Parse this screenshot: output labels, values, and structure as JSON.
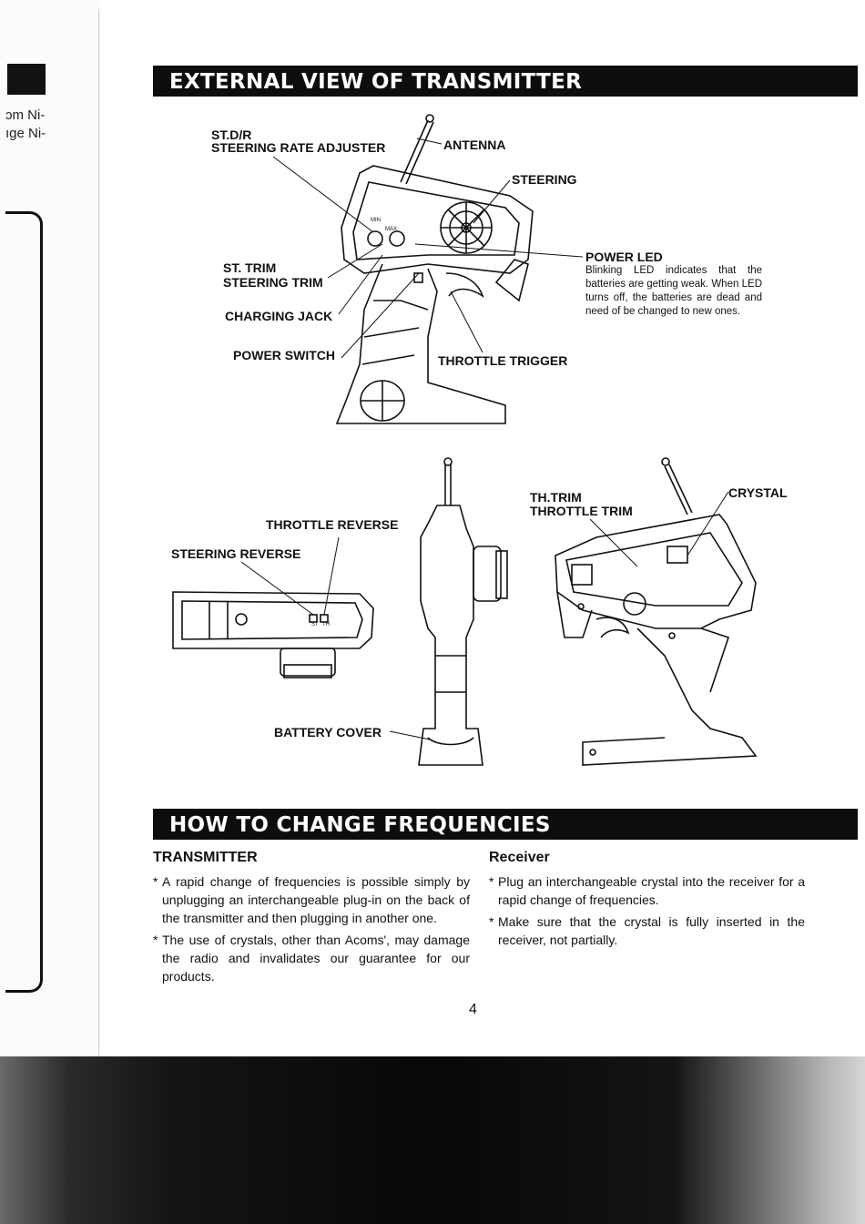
{
  "margin": {
    "snippet_line1": "ɔm Ni-",
    "snippet_line2": "ıge Ni-"
  },
  "sections": {
    "external_view": {
      "title": "EXTERNAL VIEW OF TRANSMITTER"
    },
    "frequencies": {
      "title": "HOW TO CHANGE FREQUENCIES"
    }
  },
  "labels": {
    "stdr": "ST.D/R",
    "steering_rate_adjuster": "STEERING RATE ADJUSTER",
    "antenna": "ANTENNA",
    "steering": "STEERING",
    "power_led": "POWER LED",
    "power_led_desc": "Blinking LED indicates that the batteries are getting weak. When LED turns off, the batteries are dead and need of be changed to new ones.",
    "st_trim": "ST. TRIM",
    "steering_trim": "STEERING TRIM",
    "charging_jack": "CHARGING JACK",
    "power_switch": "POWER SWITCH",
    "throttle_trigger": "THROTTLE TRIGGER",
    "throttle_reverse": "THROTTLE REVERSE",
    "steering_reverse": "STEERING REVERSE",
    "battery_cover": "BATTERY COVER",
    "th_trim": "TH.TRIM",
    "throttle_trim": "THROTTLE TRIM",
    "crystal": "CRYSTAL",
    "dial_min": "MIN",
    "dial_max": "MAX",
    "switch_st": "ST",
    "switch_th": "TH"
  },
  "transmitter": {
    "title": "TRANSMITTER",
    "items": [
      "A rapid change of frequencies is possible simply by unplugging an interchangeable plug-in on the back of the transmitter and then plugging in another one.",
      "The use of crystals, other than Acoms', may damage the radio and invalidates our guarantee for our products."
    ]
  },
  "receiver": {
    "title": "Receiver",
    "items": [
      "Plug an interchangeable crystal into the receiver for a rapid change of frequencies.",
      "Make sure that the crystal is fully inserted in the receiver, not partially."
    ]
  },
  "page_number": "4"
}
